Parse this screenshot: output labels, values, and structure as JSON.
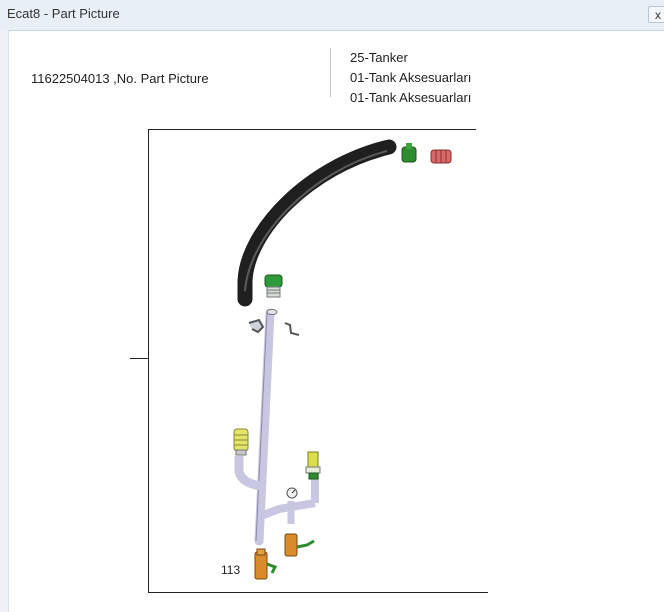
{
  "window": {
    "title": "Ecat8 - Part Picture",
    "close_label": "x"
  },
  "part": {
    "label": "11622504013 ,No. Part Picture"
  },
  "categories": [
    "25-Tanker",
    "01-Tank Aksesuarları",
    "01-Tank Aksesuarları"
  ],
  "drawing": {
    "callout": "113"
  }
}
